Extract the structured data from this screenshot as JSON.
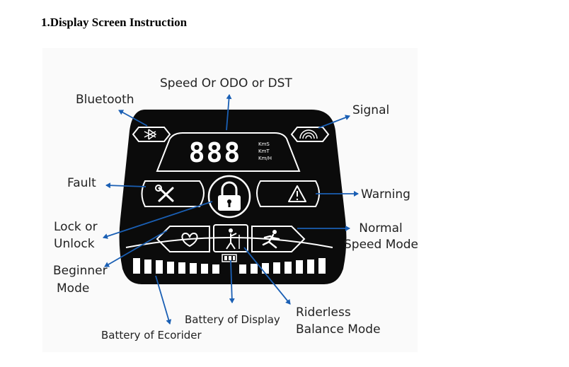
{
  "heading": "1.Display Screen Instruction",
  "labels": {
    "speed": "Speed Or ODO or DST",
    "bluetooth": "Bluetooth",
    "signal": "Signal",
    "fault": "Fault",
    "warning": "Warning",
    "lock_line1": "Lock or",
    "lock_line2": "Unlock",
    "normal_line1": "Normal",
    "normal_line2": "Speed Mode",
    "beginner_line1": "Beginner",
    "beginner_line2": "Mode",
    "riderless_line1": "Riderless",
    "riderless_line2": "Balance Mode",
    "battery_display": "Battery of Display",
    "battery_ecorider": "Battery of Ecorider"
  },
  "display": {
    "digits": "888",
    "units": [
      "KmS",
      "KmT",
      "Km/H"
    ]
  },
  "icons": [
    "bluetooth-icon",
    "signal-icon",
    "wrench-screwdriver-icon",
    "padlock-icon",
    "warning-triangle-icon",
    "heart-icon",
    "riderless-icon",
    "runner-icon",
    "display-battery-icon"
  ],
  "colors": {
    "screen": "#0b0b0b",
    "arrow": "#1a5fb4",
    "segment": "#ffffff"
  }
}
